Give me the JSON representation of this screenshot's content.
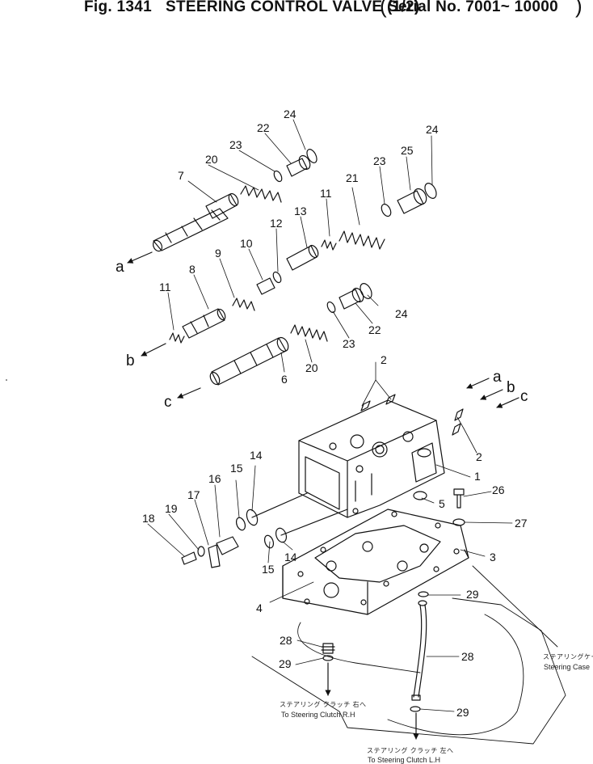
{
  "header": {
    "fig_number": "Fig. 1341",
    "title": "STEERING CONTROL VALVE (1/2)",
    "serial": "Serial No. 7001~ 10000"
  },
  "direction_labels": [
    "a",
    "b",
    "c"
  ],
  "part_numbers": [
    "1",
    "2",
    "3",
    "4",
    "5",
    "6",
    "7",
    "8",
    "9",
    "10",
    "11",
    "12",
    "13",
    "14",
    "15",
    "16",
    "17",
    "18",
    "19",
    "20",
    "21",
    "22",
    "23",
    "24",
    "25",
    "26",
    "27",
    "28",
    "29"
  ],
  "notes": {
    "steering_case_jp": "ステアリングケース",
    "steering_case_en": "Steering Case",
    "clutch_rh_jp": "ステアリング クラッチ 右へ",
    "clutch_rh_en": "To Steering Clutch R.H",
    "clutch_lh_jp": "ステアリング クラッチ 左へ",
    "clutch_lh_en": "To Steering Clutch L.H"
  }
}
